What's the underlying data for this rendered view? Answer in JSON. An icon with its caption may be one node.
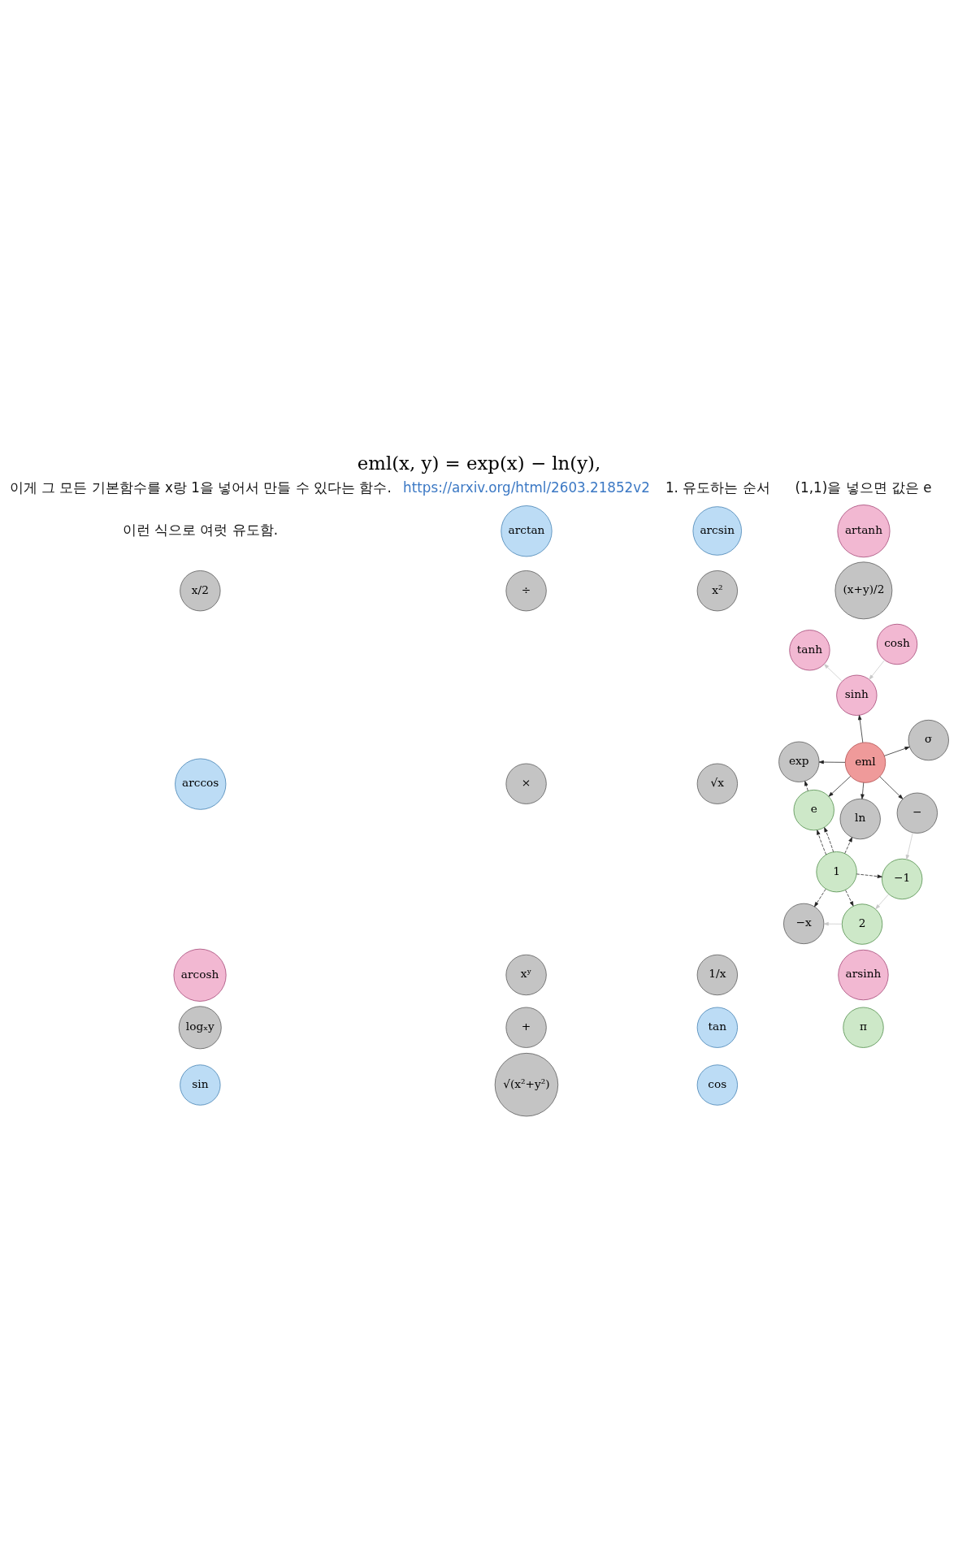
{
  "diagram": {
    "title": "eml(x, y) = exp(x) − ln(y),",
    "nodes": [
      {
        "text": [
          "arctan"
        ]
      },
      {
        "text": [
          "arcsin"
        ]
      },
      {
        "text": [
          "artanh"
        ]
      },
      {
        "text": [
          "x/2"
        ]
      },
      {
        "text": [
          "÷"
        ]
      },
      {
        "text": [
          "x²"
        ]
      },
      {
        "text": [
          "(x+y)/2"
        ]
      },
      {
        "text": [
          "arccos"
        ]
      },
      {
        "text": [
          "×"
        ]
      },
      {
        "text": [
          "√x"
        ]
      },
      {
        "text": [
          "e"
        ]
      },
      {
        "text": [
          "1"
        ]
      },
      {
        "text": [
          "arcosh"
        ]
      },
      {
        "text": [
          "xʸ"
        ]
      },
      {
        "text": [
          "exp"
        ]
      },
      {
        "text": [
          "1/x"
        ]
      },
      {
        "text": [
          "eml"
        ]
      },
      {
        "text": [
          "arsinh"
        ]
      },
      {
        "text": [
          "logₓy"
        ]
      },
      {
        "text": [
          "ln"
        ]
      },
      {
        "text": [
          "+"
        ]
      },
      {
        "text": [
          "tan"
        ]
      },
      {
        "text": [
          "π"
        ]
      },
      {
        "text": [
          "−"
        ]
      },
      {
        "text": [
          "−x"
        ]
      },
      {
        "text": [
          "−1"
        ]
      },
      {
        "text": [
          "2"
        ]
      },
      {
        "text": [
          "sin"
        ]
      },
      {
        "text": [
          "√(x²+y²)"
        ]
      },
      {
        "text": [
          "σ"
        ]
      },
      {
        "text": [
          "cos"
        ]
      },
      {
        "text": [
          "cosh"
        ]
      },
      {
        "text": [
          "tanh"
        ]
      },
      {
        "text": [
          "sinh"
        ]
      }
    ],
    "edges": [
      {
        "from": 16,
        "to": 10,
        "arrow": "to"
      },
      {
        "from": 16,
        "to": 14,
        "arrow": "to"
      },
      {
        "from": 16,
        "to": 19,
        "arrow": "to"
      },
      {
        "from": 16,
        "to": 23,
        "arrow": "to"
      },
      {
        "from": 16,
        "to": 29,
        "arrow": "to"
      },
      {
        "from": 16,
        "to": 33,
        "arrow": "to"
      },
      {
        "from": 11,
        "to": 10,
        "arrow": "to",
        "style": "dashed"
      },
      {
        "from": 11,
        "to": 10,
        "arrow": "to",
        "style": "dashed"
      },
      {
        "from": 10,
        "to": 14,
        "arrow": "to",
        "style": "dashed"
      },
      {
        "from": 11,
        "to": 19,
        "arrow": "to",
        "style": "dashed"
      },
      {
        "from": 11,
        "to": 25,
        "arrow": "to",
        "style": "dashed"
      },
      {
        "from": 11,
        "to": 26,
        "arrow": "to",
        "style": "dashed"
      },
      {
        "from": 11,
        "to": 24,
        "arrow": "to",
        "style": "dashed"
      },
      {
        "from": 23,
        "to": 25,
        "arrow": "to",
        "color": "#c8c8c8"
      },
      {
        "from": 25,
        "to": 26,
        "arrow": "to",
        "color": "#c8c8c8"
      },
      {
        "from": 26,
        "to": 24,
        "arrow": "to",
        "color": "#c8c8c8"
      },
      {
        "from": 31,
        "to": 33,
        "arrow": "to",
        "color": "#c8c8c8"
      },
      {
        "from": 33,
        "to": 32,
        "arrow": "to",
        "color": "#c8c8c8"
      }
    ],
    "labels": [
      "이게 그 모든 기본함수를 x랑 1을 넣어서 만들 수 있다는 함수.",
      "https://arxiv.org/html/2603.21852v2",
      "1. 유도하는 순서",
      "(1,1)을 넣으면 값은 e",
      "이런 식으로 여럿 유도함."
    ]
  }
}
